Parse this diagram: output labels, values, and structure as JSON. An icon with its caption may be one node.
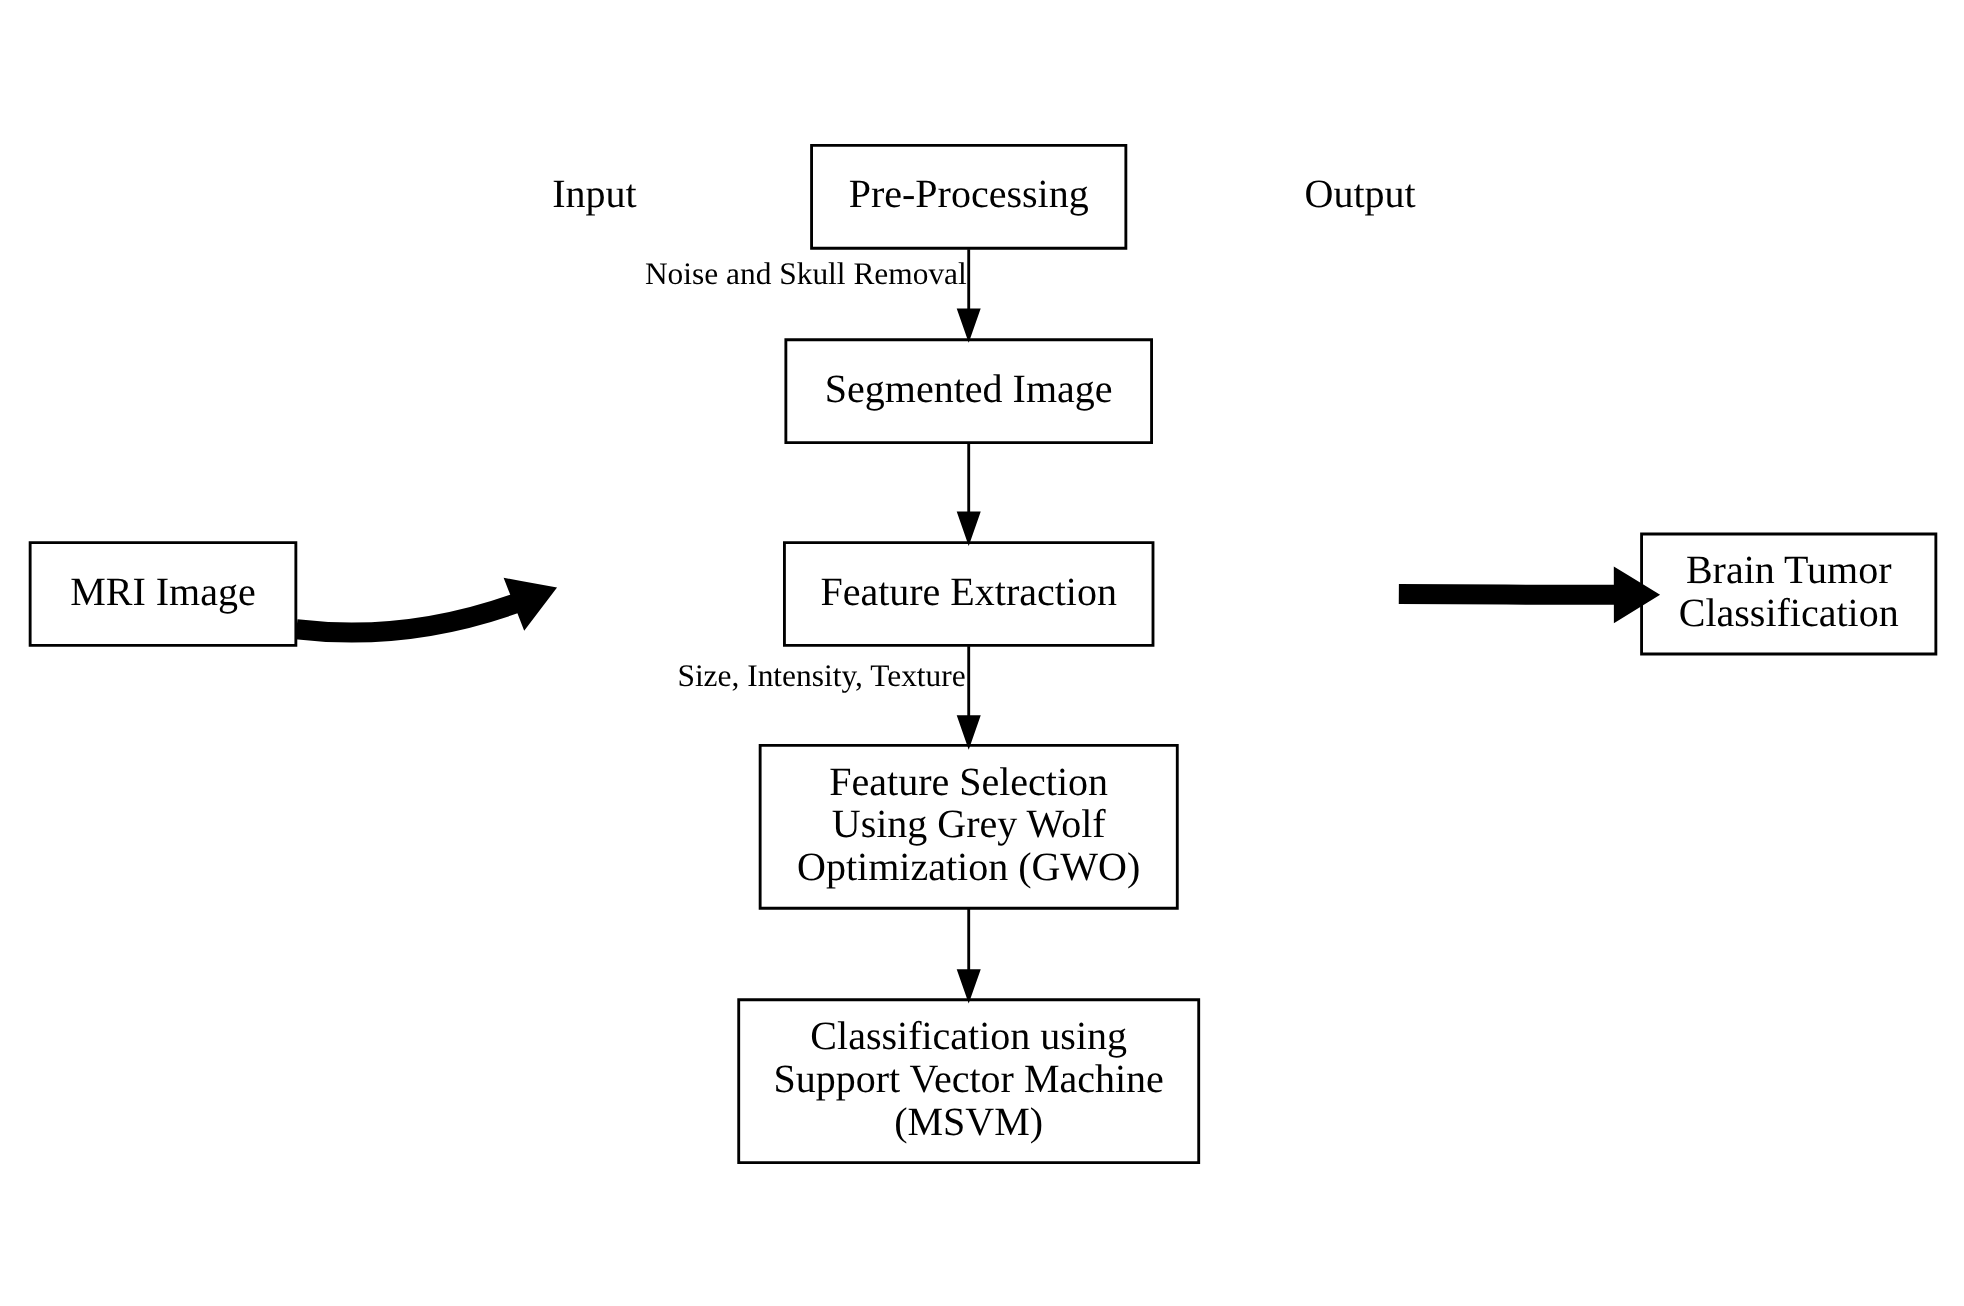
{
  "diagram": {
    "nodes": [
      {
        "text": [
          "Pre-Processing"
        ]
      },
      {
        "text": [
          "Segmented Image"
        ]
      },
      {
        "text": [
          "Feature Extraction"
        ]
      },
      {
        "text": [
          "Feature Selection Using Grey Wolf Optimization (GWO)"
        ]
      },
      {
        "text": [
          "Classification using Support Vector Machine (MSVM)"
        ]
      },
      {
        "text": [
          "MRI Image"
        ]
      },
      {
        "text": [
          "Brain Tumor Classification"
        ]
      }
    ],
    "edges": [
      {
        "from": 0,
        "to": 1,
        "arrow": "to",
        "label": "Noise and Skull Removal"
      },
      {
        "from": 1,
        "to": 2,
        "arrow": "to"
      },
      {
        "from": 2,
        "to": 3,
        "arrow": "to",
        "label": "Size, Intensity, Texture"
      },
      {
        "from": 3,
        "to": 4,
        "arrow": "to"
      },
      {
        "from": 5,
        "to": null,
        "arrow": "to",
        "style": "thick"
      },
      {
        "from": null,
        "to": 6,
        "arrow": "to",
        "style": "thick"
      }
    ],
    "labels": [
      "Input",
      "Output"
    ]
  }
}
